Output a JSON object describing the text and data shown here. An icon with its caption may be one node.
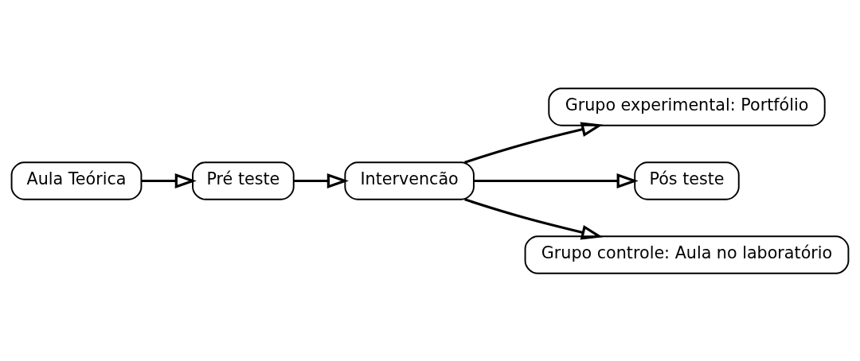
{
  "diagram": {
    "nodes": [
      {
        "text": [
          "Aula Teórica"
        ]
      },
      {
        "text": [
          "Pré teste"
        ]
      },
      {
        "text": [
          "Intervencão"
        ]
      },
      {
        "text": [
          "Grupo experimental: Portfólio"
        ]
      },
      {
        "text": [
          "Pós teste"
        ]
      },
      {
        "text": [
          "Grupo controle: Aula no laboratório"
        ]
      }
    ],
    "edges": [
      {
        "from": 0,
        "to": 1,
        "arrow": "to"
      },
      {
        "from": 1,
        "to": 2,
        "arrow": "to"
      },
      {
        "from": 2,
        "to": 3,
        "arrow": "to"
      },
      {
        "from": 2,
        "to": 4,
        "arrow": "to"
      },
      {
        "from": 2,
        "to": 5,
        "arrow": "to"
      }
    ]
  }
}
